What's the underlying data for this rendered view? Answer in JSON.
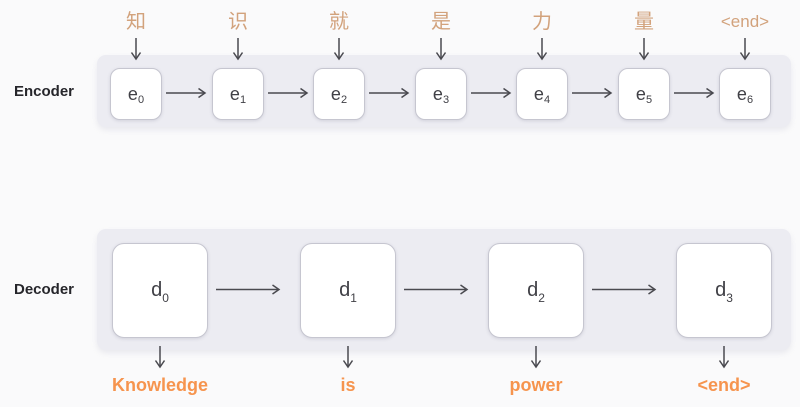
{
  "diagram": {
    "type": "seq2seq encoder-decoder",
    "colors": {
      "background": "#FAFAFB",
      "band": "#ECECF2",
      "box_fill": "#FFFFFF",
      "box_border": "#C6C6D0",
      "arrow": "#4A4A50",
      "input_label": "#D2A27C",
      "output_label": "#F6944E",
      "section_label": "#26262B"
    }
  },
  "encoder": {
    "label": "Encoder",
    "inputs": [
      "知",
      "识",
      "就",
      "是",
      "力",
      "量",
      "<end>"
    ],
    "cells": [
      {
        "base": "e",
        "sub": "0"
      },
      {
        "base": "e",
        "sub": "1"
      },
      {
        "base": "e",
        "sub": "2"
      },
      {
        "base": "e",
        "sub": "3"
      },
      {
        "base": "e",
        "sub": "4"
      },
      {
        "base": "e",
        "sub": "5"
      },
      {
        "base": "e",
        "sub": "6"
      }
    ]
  },
  "decoder": {
    "label": "Decoder",
    "cells": [
      {
        "base": "d",
        "sub": "0"
      },
      {
        "base": "d",
        "sub": "1"
      },
      {
        "base": "d",
        "sub": "2"
      },
      {
        "base": "d",
        "sub": "3"
      }
    ],
    "outputs": [
      "Knowledge",
      "is",
      "power",
      "<end>"
    ]
  }
}
